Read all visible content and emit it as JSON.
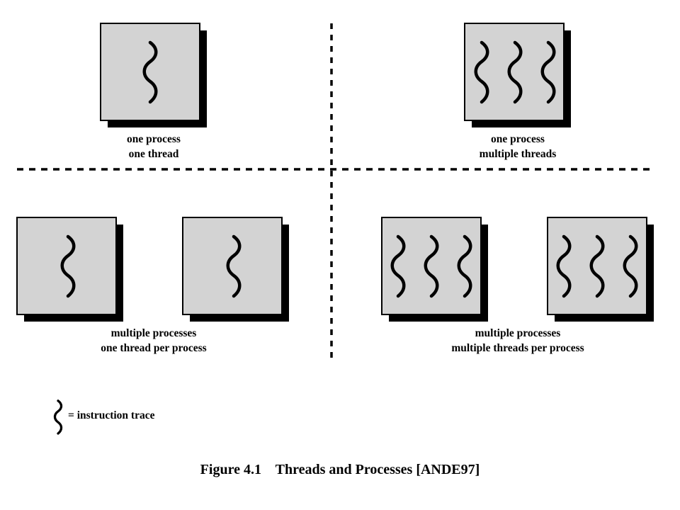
{
  "quadrants": [
    {
      "id": "tl",
      "lines": [
        "one process",
        "one thread"
      ]
    },
    {
      "id": "tr",
      "lines": [
        "one process",
        "multiple threads"
      ]
    },
    {
      "id": "bl",
      "lines": [
        "multiple processes",
        "one thread per process"
      ]
    },
    {
      "id": "br",
      "lines": [
        "multiple processes",
        "multiple threads per process"
      ]
    }
  ],
  "legend": {
    "text": "= instruction trace",
    "icon": "wavy-thread-icon"
  },
  "caption": "Figure 4.1    Threads and Processes [ANDE97]",
  "colors": {
    "box_fill": "#d3d3d3",
    "shadow": "#000000",
    "stroke": "#000000",
    "background": "#ffffff"
  }
}
